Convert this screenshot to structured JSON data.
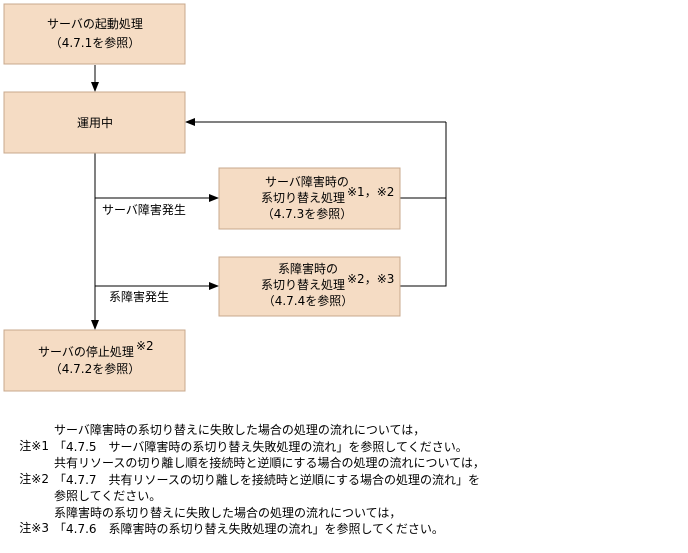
{
  "colors": {
    "box_fill": "#f5dcc4",
    "box_stroke": "#c8a88c",
    "line": "#000000"
  },
  "boxes": {
    "startup": {
      "line1": "サーバの起動処理",
      "line2": "（4.7.1を参照）"
    },
    "running": {
      "line1": "運用中"
    },
    "server_failure": {
      "line1": "サーバ障害時の",
      "line2": "系切り替え処理",
      "sup": "※1，※2",
      "line3": "（4.7.3を参照）"
    },
    "system_failure": {
      "line1": "系障害時の",
      "line2": "系切り替え処理",
      "sup": "※2，※3",
      "line3": "（4.7.4を参照）"
    },
    "shutdown": {
      "line1": "サーバの停止処理",
      "sup": "※2",
      "line2": "（4.7.2を参照）"
    }
  },
  "labels": {
    "server_failure_occurs": "サーバ障害発生",
    "system_failure_occurs": "系障害発生"
  },
  "notes": [
    {
      "tag": "注※1",
      "lines": [
        "サーバ障害時の系切り替えに失敗した場合の処理の流れについては，",
        "「4.7.5　サーバ障害時の系切り替え失敗処理の流れ」を参照してください。"
      ]
    },
    {
      "tag": "注※2",
      "lines": [
        "共有リソースの切り離し順を接続時と逆順にする場合の処理の流れについては，",
        "「4.7.7　共有リソースの切り離しを接続時と逆順にする場合の処理の流れ」を",
        "参照してください。"
      ]
    },
    {
      "tag": "注※3",
      "lines": [
        "系障害時の系切り替えに失敗した場合の処理の流れについては，",
        "「4.7.6　系障害時の系切り替え失敗処理の流れ」を参照してください。"
      ]
    }
  ]
}
